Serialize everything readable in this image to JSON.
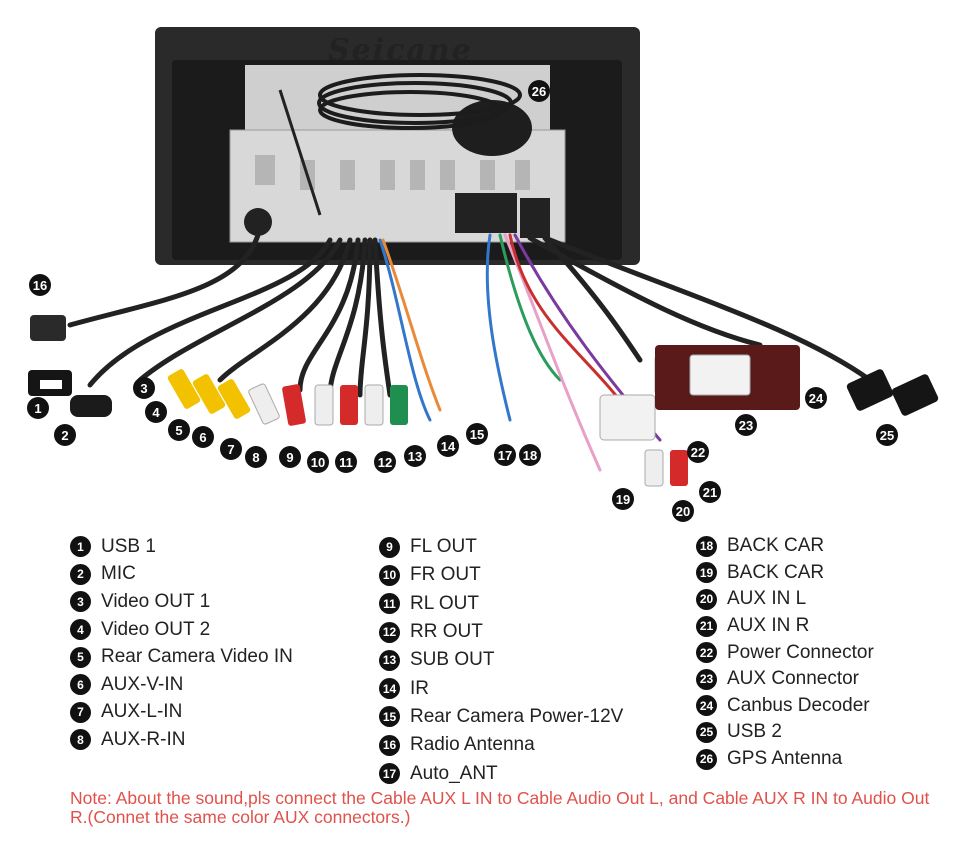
{
  "brand_logo": "Seicane",
  "photo_callouts": [
    "1",
    "2",
    "3",
    "4",
    "5",
    "6",
    "7",
    "8",
    "9",
    "10",
    "11",
    "12",
    "13",
    "14",
    "15",
    "16",
    "17",
    "18",
    "19",
    "20",
    "21",
    "22",
    "23",
    "24",
    "25",
    "26"
  ],
  "legend": {
    "col1": [
      {
        "num": "1",
        "label": "USB 1"
      },
      {
        "num": "2",
        "label": "MIC"
      },
      {
        "num": "3",
        "label": "Video OUT 1"
      },
      {
        "num": "4",
        "label": "Video OUT 2"
      },
      {
        "num": "5",
        "label": "Rear Camera Video IN"
      },
      {
        "num": "6",
        "label": "AUX-V-IN"
      },
      {
        "num": "7",
        "label": "AUX-L-IN"
      },
      {
        "num": "8",
        "label": "AUX-R-IN"
      }
    ],
    "col2": [
      {
        "num": "9",
        "label": "FL OUT"
      },
      {
        "num": "10",
        "label": "FR OUT"
      },
      {
        "num": "11",
        "label": "RL OUT"
      },
      {
        "num": "12",
        "label": "RR OUT"
      },
      {
        "num": "13",
        "label": "SUB OUT"
      },
      {
        "num": "14",
        "label": "IR"
      },
      {
        "num": "15",
        "label": "Rear Camera Power-12V"
      },
      {
        "num": "16",
        "label": "Radio Antenna"
      },
      {
        "num": "17",
        "label": "Auto_ANT"
      }
    ],
    "col3": [
      {
        "num": "18",
        "label": "BACK CAR"
      },
      {
        "num": "19",
        "label": "BACK CAR"
      },
      {
        "num": "20",
        "label": "AUX IN L"
      },
      {
        "num": "21",
        "label": "AUX IN R"
      },
      {
        "num": "22",
        "label": "Power Connector"
      },
      {
        "num": "23",
        "label": "AUX Connector"
      },
      {
        "num": "24",
        "label": "Canbus Decoder"
      },
      {
        "num": "25",
        "label": "USB 2"
      },
      {
        "num": "26",
        "label": "GPS Antenna"
      }
    ]
  },
  "note": "Note: About the sound,pls connect the Cable AUX L IN to Cable Audio Out L, and Cable AUX R IN to Audio Out R.(Connet the same color AUX connectors.)",
  "colors": {
    "note": "#e0524b",
    "badge": "#111111",
    "rca_yellow": "#f2c200",
    "rca_red": "#d42a2a",
    "rca_white": "#eeeeee",
    "rca_green": "#1e8f4e",
    "decoder": "#5a1a1a"
  }
}
